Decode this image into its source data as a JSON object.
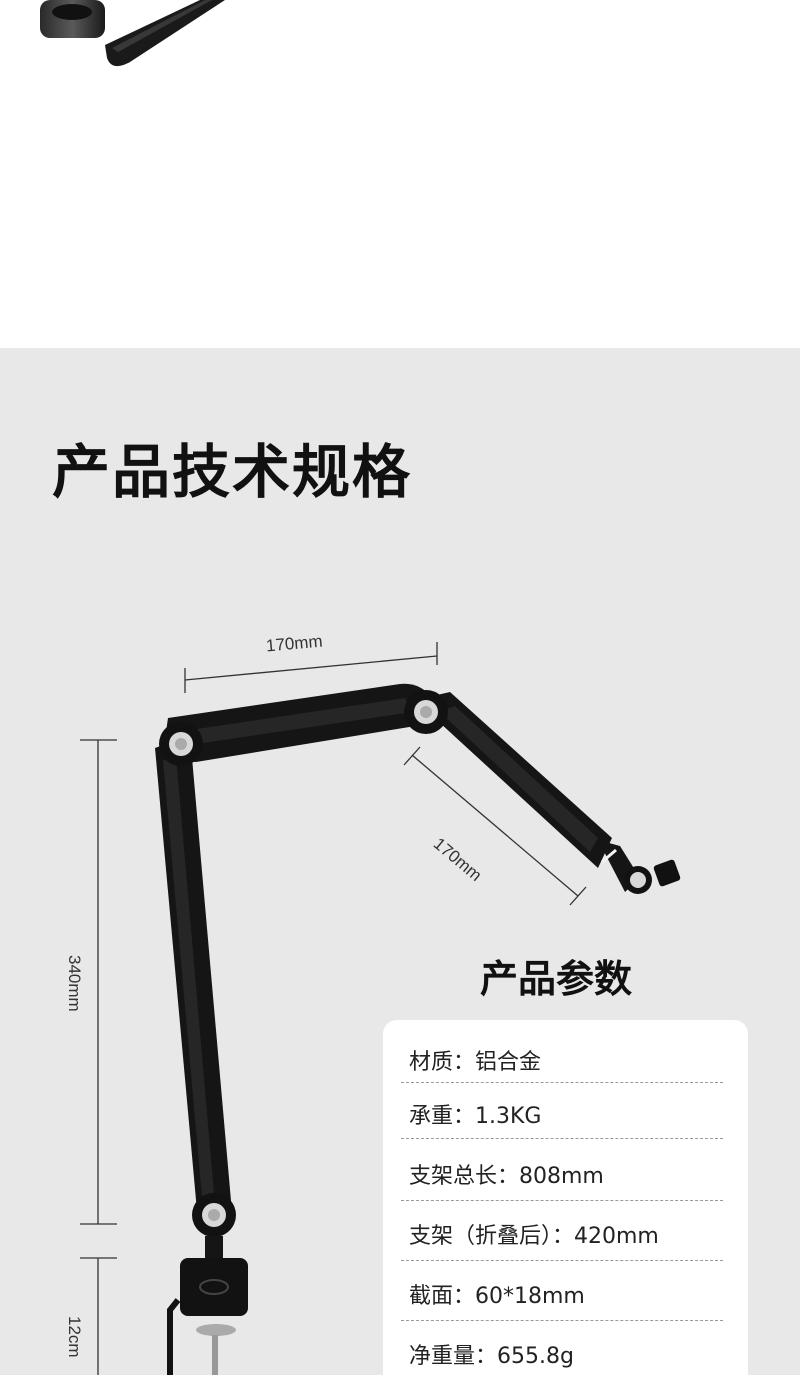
{
  "spec_section": {
    "title": "产品技术规格"
  },
  "dimensions": {
    "upper_arm_length": "170mm",
    "forearm_length": "170mm",
    "vertical_arm_length": "340mm",
    "base_height": "12cm"
  },
  "params": {
    "title": "产品参数",
    "rows": [
      {
        "text": "材质：铝合金"
      },
      {
        "text": "承重：1.3KG"
      },
      {
        "text": "支架总长：808mm"
      },
      {
        "text": "支架（折叠后）：420mm"
      },
      {
        "text": "截面：60*18mm"
      },
      {
        "text": "净重量：655.8g"
      }
    ]
  },
  "colors": {
    "spec_background": "#e8e8e8",
    "card_background": "#ffffff",
    "arm_color": "#151515"
  }
}
